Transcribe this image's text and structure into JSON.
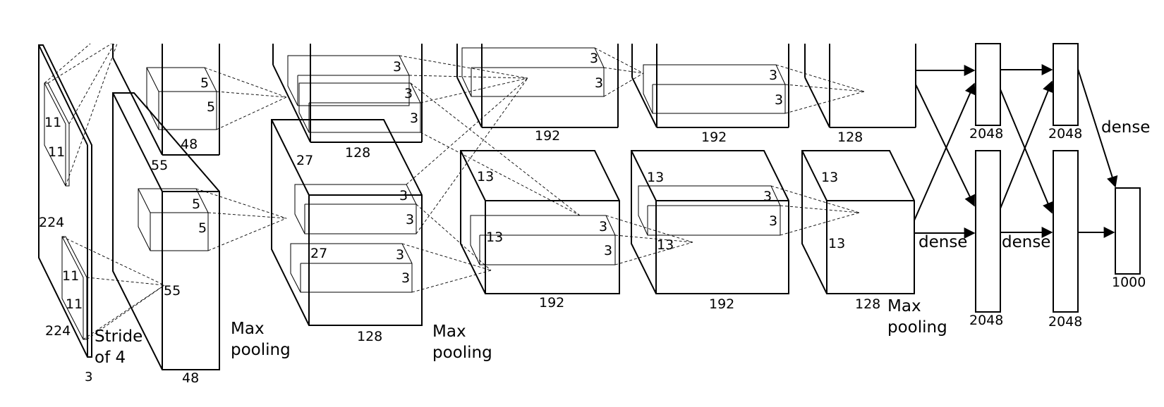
{
  "input": {
    "height": "224",
    "width": "224",
    "depth": "3",
    "kernel_a": "11",
    "kernel_b": "11",
    "stride_line1": "Stride",
    "stride_line2": "of 4"
  },
  "conv1": {
    "size": "55",
    "depth": "48",
    "kernel_a": "5",
    "kernel_b": "5"
  },
  "pool1": {
    "line1": "Max",
    "line2": "pooling"
  },
  "conv2": {
    "size": "27",
    "depth": "128",
    "kernel_a": "3",
    "kernel_b": "3"
  },
  "pool2": {
    "line1": "Max",
    "line2": "pooling"
  },
  "conv3": {
    "size": "13",
    "depth": "192",
    "kernel_a": "3",
    "kernel_b": "3"
  },
  "conv4": {
    "size": "13",
    "depth": "192",
    "kernel_a": "3",
    "kernel_b": "3"
  },
  "conv5": {
    "size": "13",
    "depth": "128"
  },
  "pool3": {
    "line1": "Max",
    "line2": "pooling"
  },
  "fc": {
    "fc6": "2048",
    "fc7": "2048",
    "output": "1000",
    "dense": "dense"
  }
}
